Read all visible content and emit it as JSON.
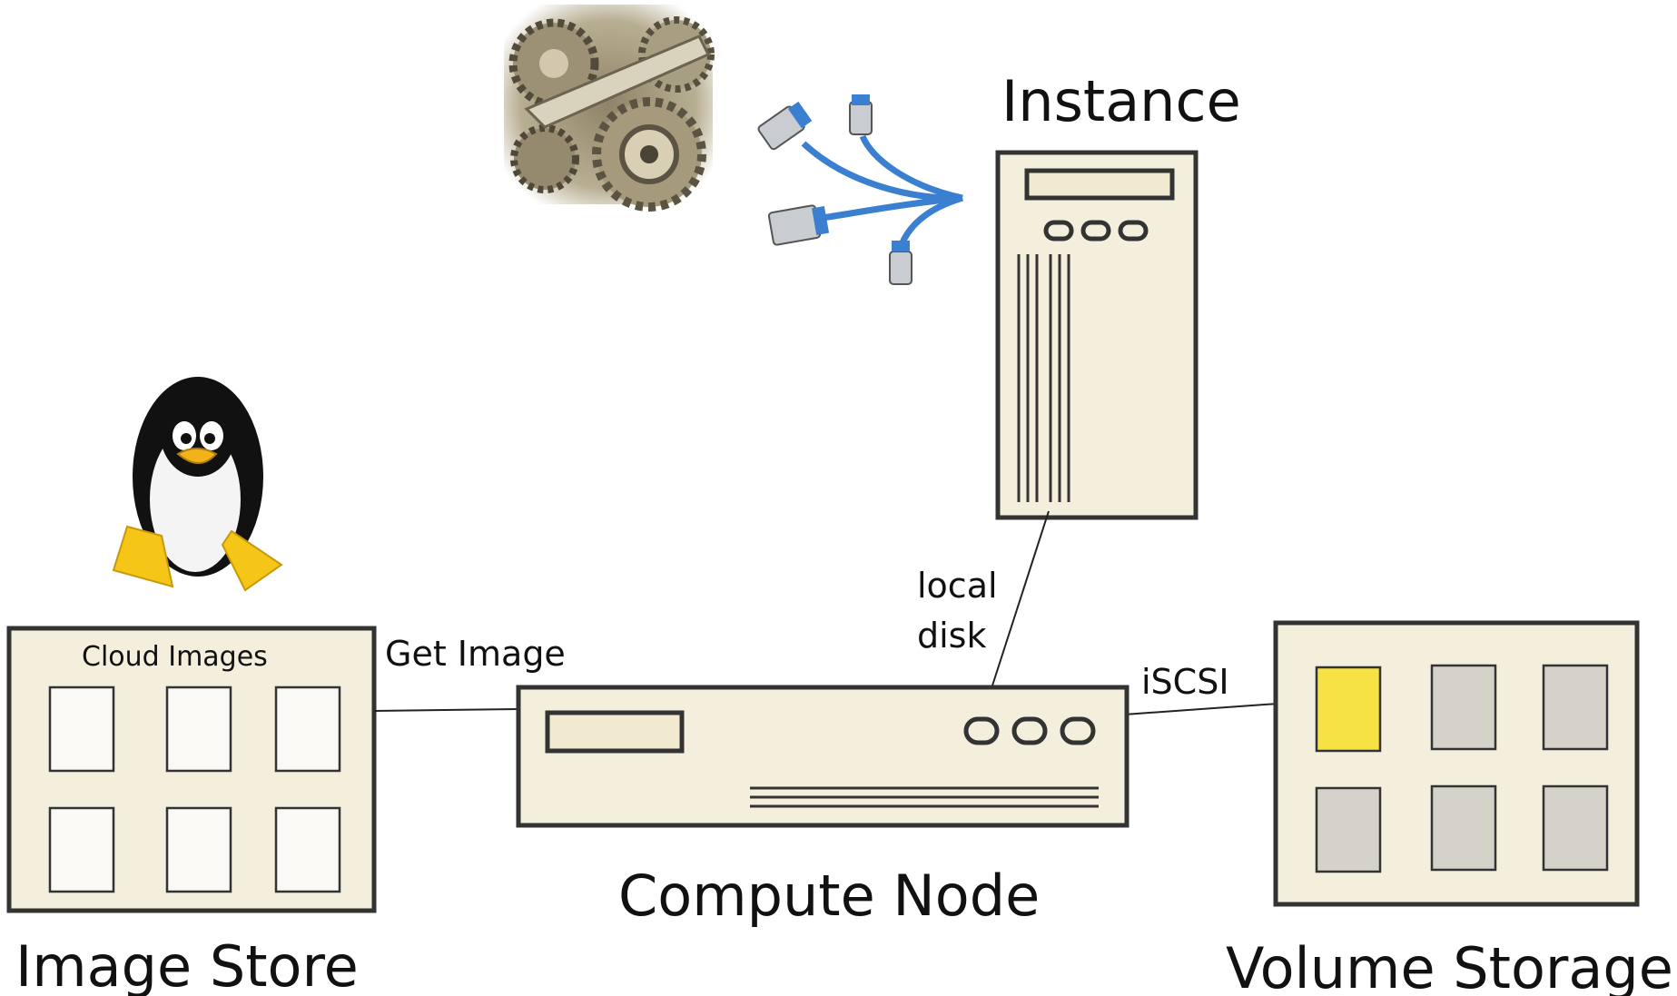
{
  "labels": {
    "instance": "Instance",
    "image_store": "Image Store",
    "cloud_images": "Cloud Images",
    "compute_node": "Compute Node",
    "volume_storage": "Volume Storage",
    "get_image": "Get Image",
    "local_disk_line1": "local",
    "local_disk_line2": "disk",
    "iscsi": "iSCSI"
  },
  "icons": [
    "gears-image",
    "network-cables-icon",
    "linux-penguin-icon",
    "server-tower-icon",
    "server-rack-icon"
  ],
  "colors": {
    "panel_fill": "#f3efdc",
    "outline": "#333333",
    "image_card": "#faf9f5",
    "volume_empty": "#d5d2c9",
    "volume_active": "#f7e244",
    "cable_blue": "#3a7fd0"
  }
}
